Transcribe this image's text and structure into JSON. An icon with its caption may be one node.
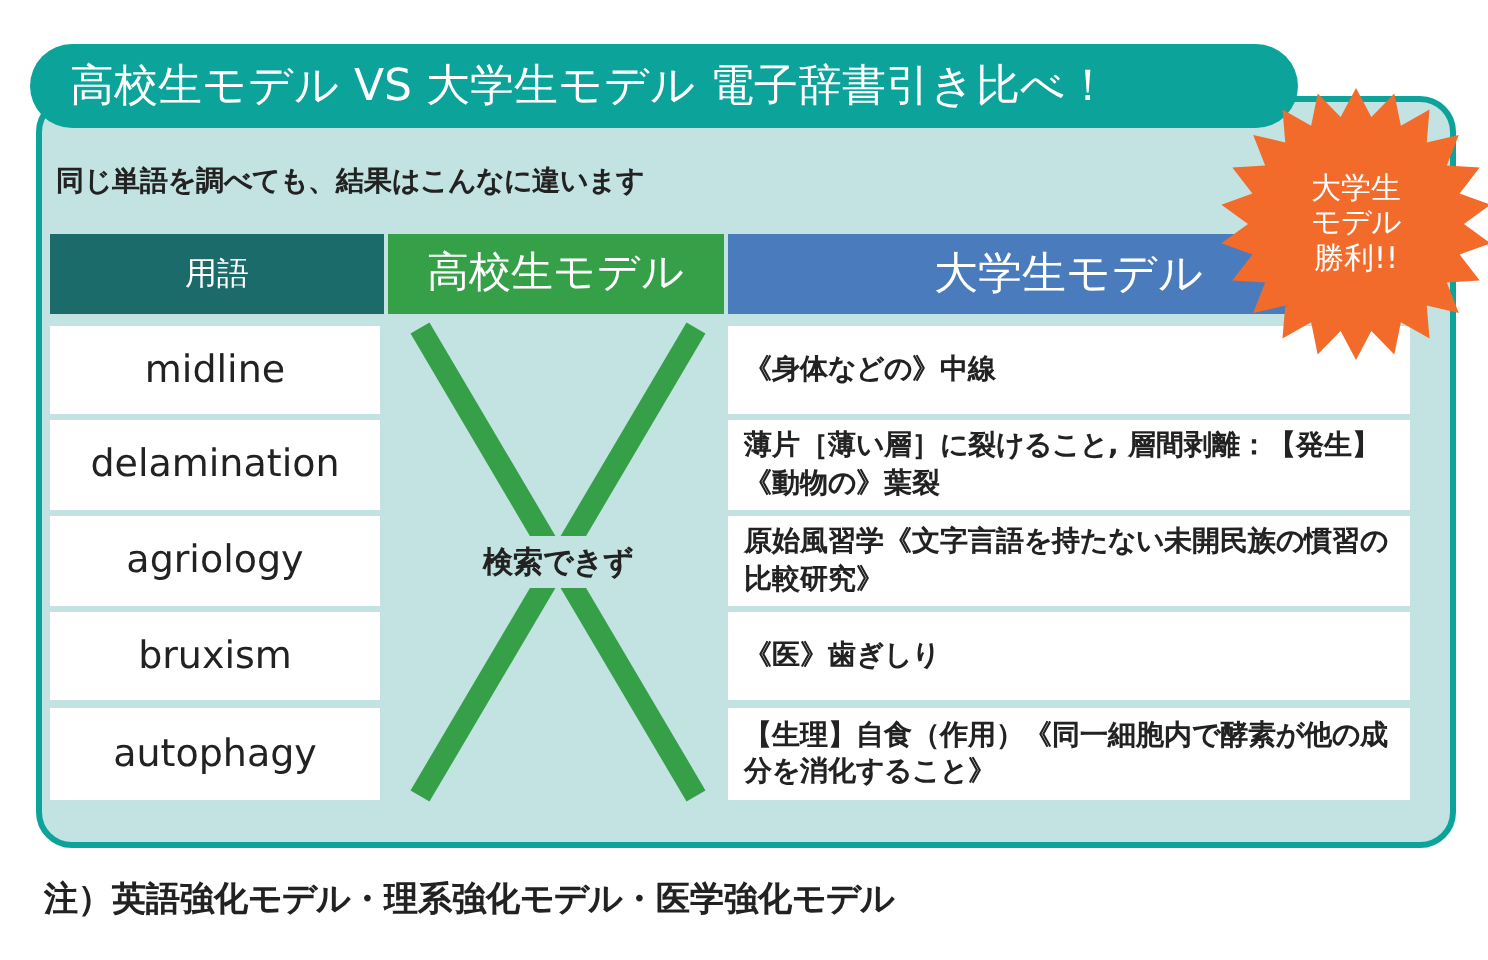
{
  "diagram": {
    "title": "高校生モデル VS 大学生モデル 電子辞書引き比べ！",
    "caption": "注）英語強化モデル・理系強化モデル・医学強化モデル",
    "nodes": [
      {
        "text": [
          "大学生モデル勝利!!"
        ]
      }
    ],
    "labels": [
      "同じ単語を調べても、結果はこんなに違います",
      "用語",
      "高校生モデル",
      "大学生モデル",
      "midline",
      "《身体などの》中線",
      "delamination",
      "薄片［薄い層］に裂けること, 層間剥離：【発生】《動物の》葉裂",
      "agriology",
      "検索できず",
      "原始風習学《文字言語を持たない未開民族の慣習の比較研究》",
      "bruxism",
      "《医》歯ぎしり",
      "autophagy",
      "【生理】自食（作用）《同一細胞内で酵素が他の成分を消化すること》"
    ]
  }
}
